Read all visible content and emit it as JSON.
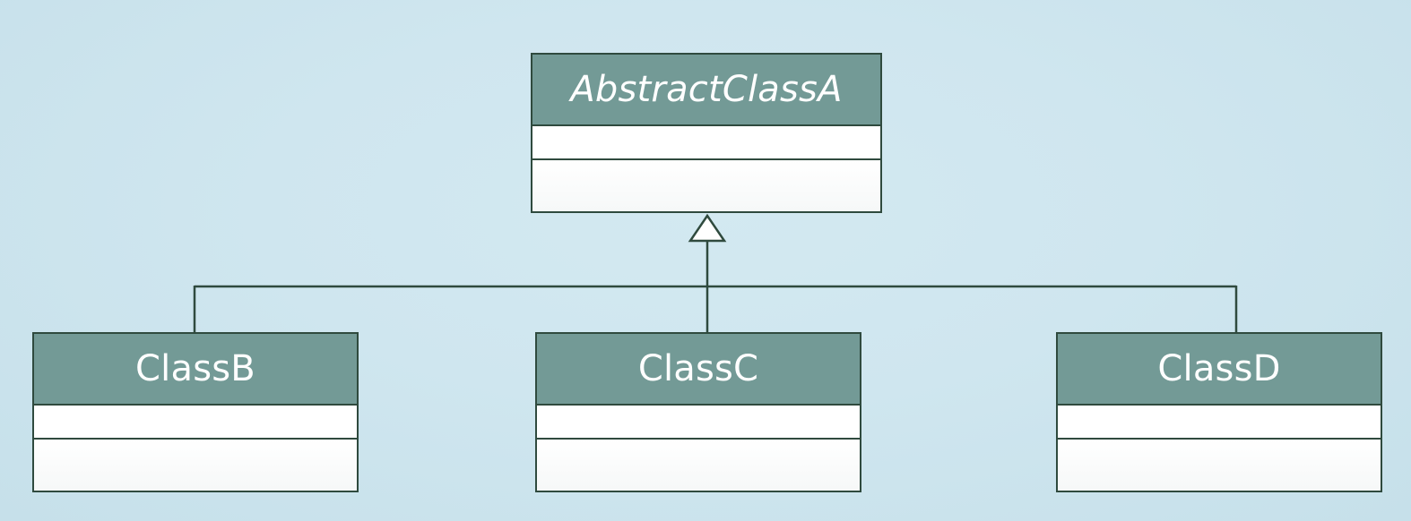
{
  "diagram": {
    "type": "uml-class-inheritance",
    "colors": {
      "header": "#739a96",
      "border": "#2f4a3e",
      "background": "#cfe6ef",
      "header_text": "#ffffff"
    },
    "parent": {
      "name": "AbstractClassA",
      "abstract": true,
      "attributes": [],
      "methods": []
    },
    "children": [
      {
        "name": "ClassB",
        "attributes": [],
        "methods": []
      },
      {
        "name": "ClassC",
        "attributes": [],
        "methods": []
      },
      {
        "name": "ClassD",
        "attributes": [],
        "methods": []
      }
    ],
    "relationship": "generalization"
  }
}
